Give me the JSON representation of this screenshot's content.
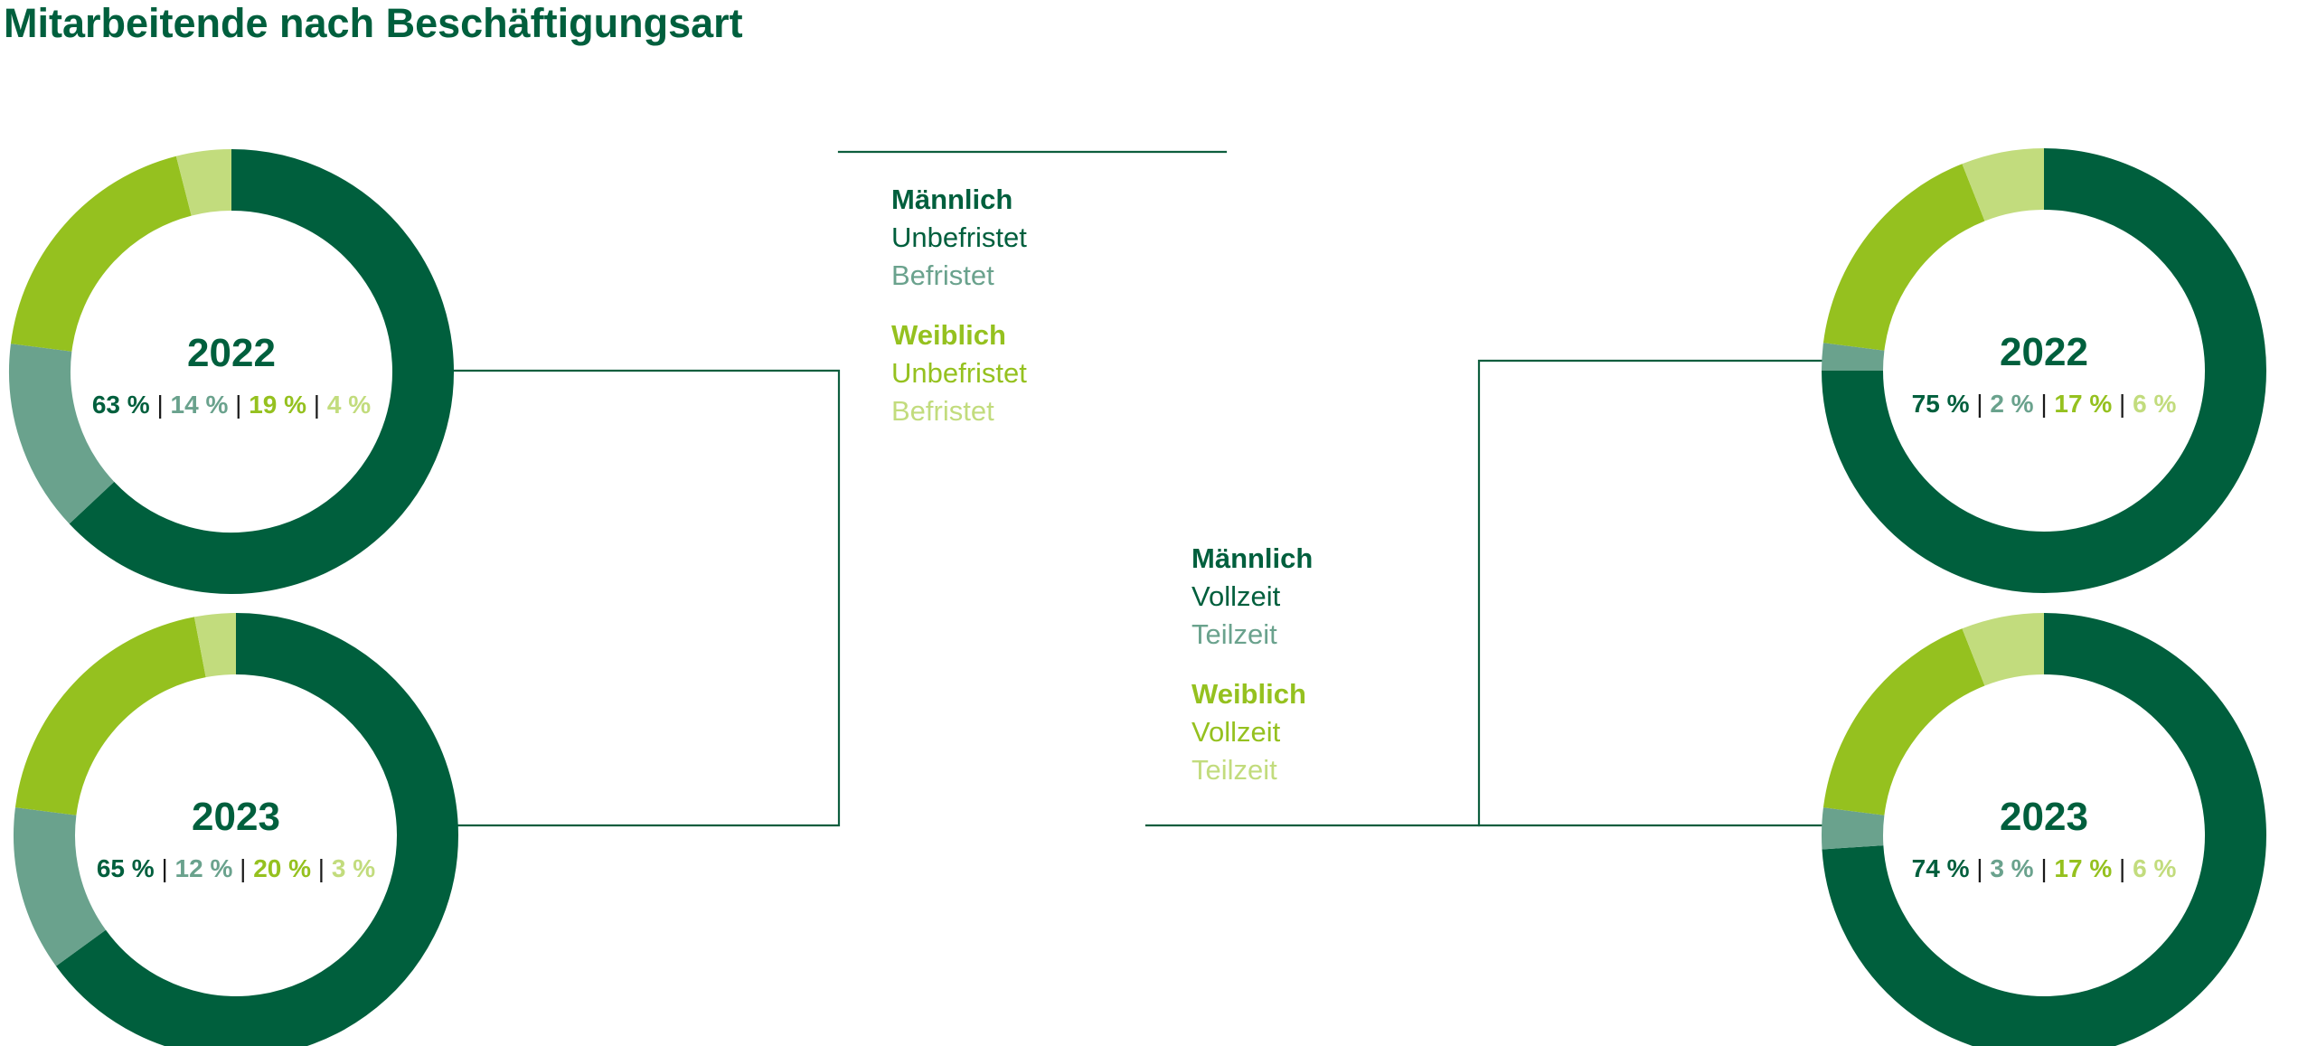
{
  "title": "Mitarbeitende nach Beschäftigungsart",
  "colors": {
    "dark_green": "#005f3d",
    "gray_green": "#6aa28d",
    "lime": "#95c11f",
    "light_lime": "#c2dc7d",
    "connector": "#0d5e3e"
  },
  "legend_contract": {
    "male_label": "Männlich",
    "male_items": [
      "Unbefristet",
      "Befristet"
    ],
    "female_label": "Weiblich",
    "female_items": [
      "Unbefristet",
      "Befristet"
    ]
  },
  "legend_time": {
    "male_label": "Männlich",
    "male_items": [
      "Vollzeit",
      "Teilzeit"
    ],
    "female_label": "Weiblich",
    "female_items": [
      "Vollzeit",
      "Teilzeit"
    ]
  },
  "chart_data": [
    {
      "type": "pie",
      "group": "contract",
      "year": "2022",
      "categories": [
        "Männlich Unbefristet",
        "Männlich Befristet",
        "Weiblich Unbefristet",
        "Weiblich Befristet"
      ],
      "values": [
        63,
        14,
        19,
        4
      ],
      "labels": [
        "63 %",
        "14 %",
        "19 %",
        "4 %"
      ]
    },
    {
      "type": "pie",
      "group": "contract",
      "year": "2023",
      "categories": [
        "Männlich Unbefristet",
        "Männlich Befristet",
        "Weiblich Unbefristet",
        "Weiblich Befristet"
      ],
      "values": [
        65,
        12,
        20,
        3
      ],
      "labels": [
        "65 %",
        "12 %",
        "20 %",
        "3 %"
      ]
    },
    {
      "type": "pie",
      "group": "time",
      "year": "2022",
      "categories": [
        "Männlich Vollzeit",
        "Männlich Teilzeit",
        "Weiblich Vollzeit",
        "Weiblich Teilzeit"
      ],
      "values": [
        75,
        2,
        17,
        6
      ],
      "labels": [
        "75 %",
        "2 %",
        "17 %",
        "6 %"
      ]
    },
    {
      "type": "pie",
      "group": "time",
      "year": "2023",
      "categories": [
        "Männlich Vollzeit",
        "Männlich Teilzeit",
        "Weiblich Vollzeit",
        "Weiblich Teilzeit"
      ],
      "values": [
        74,
        3,
        17,
        6
      ],
      "labels": [
        "74 %",
        "3 %",
        "17 %",
        "6 %"
      ]
    }
  ]
}
